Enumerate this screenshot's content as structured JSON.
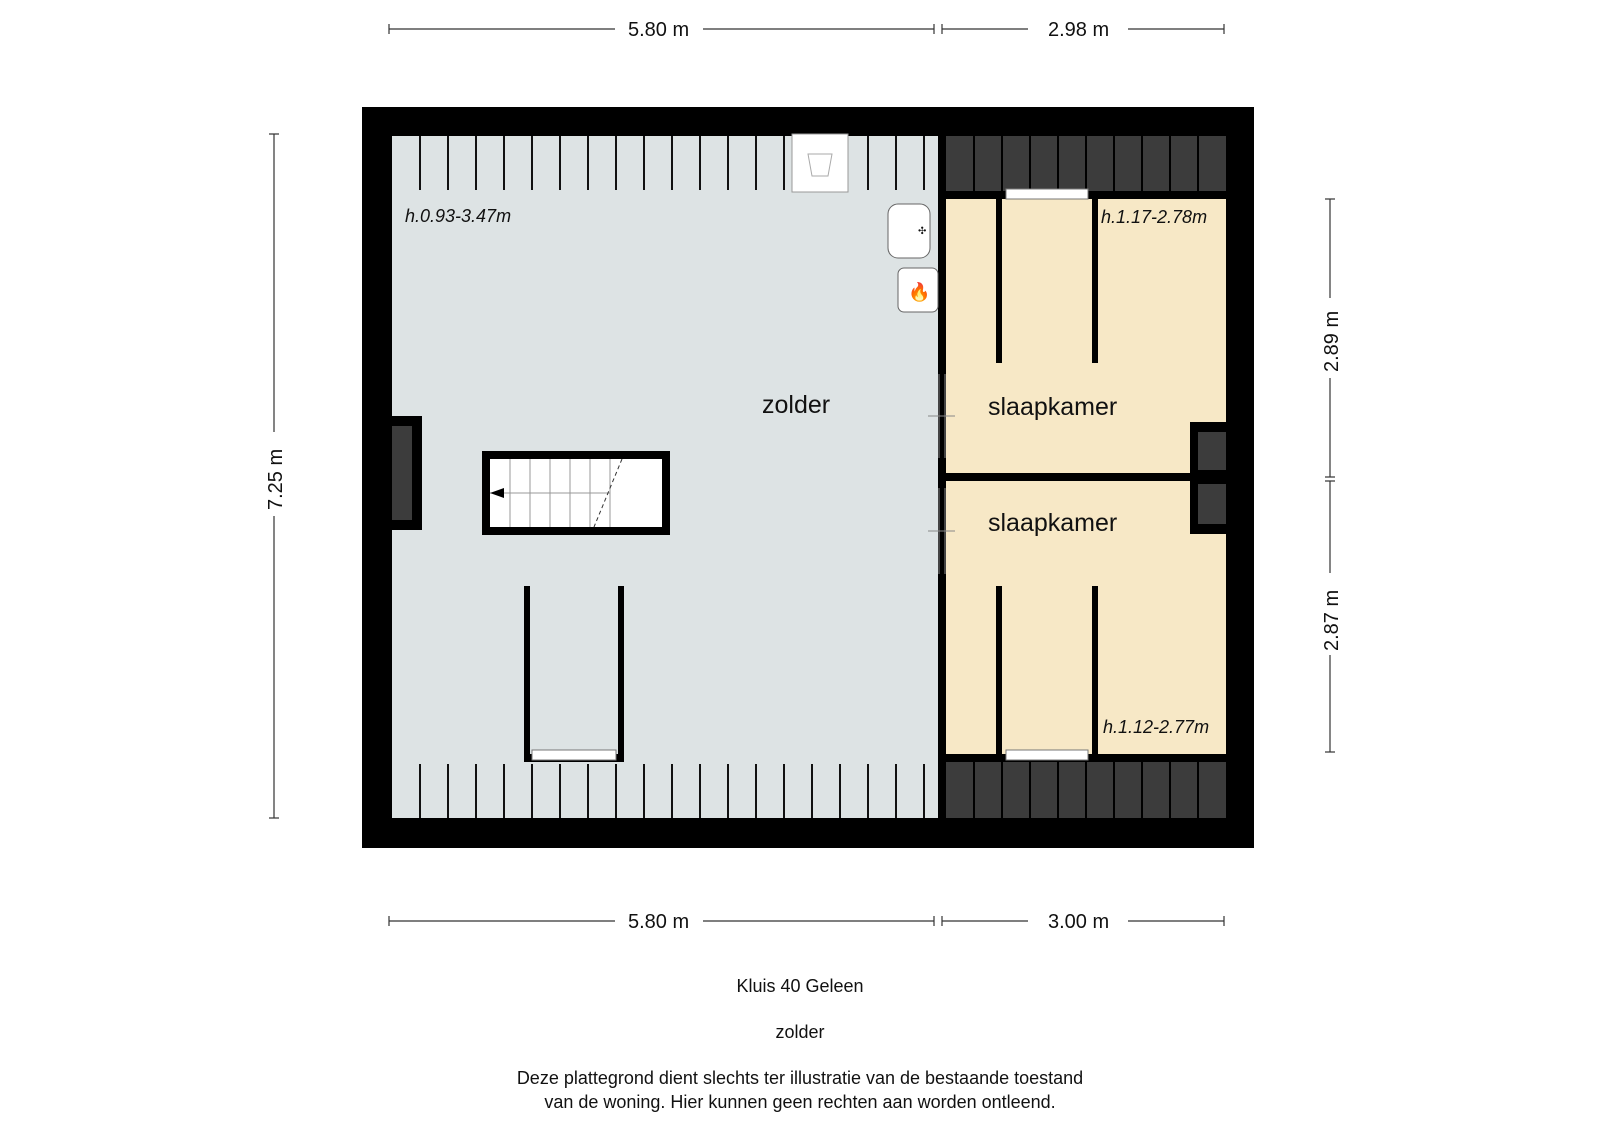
{
  "dimensions": {
    "top_left": "5.80 m",
    "top_right": "2.98 m",
    "bottom_left": "5.80 m",
    "bottom_right": "3.00 m",
    "left": "7.25 m",
    "right_upper": "2.89 m",
    "right_lower": "2.87 m"
  },
  "rooms": {
    "zolder": {
      "label": "zolder",
      "height": "h.0.93-3.47m"
    },
    "slaapkamer_top": {
      "label": "slaapkamer",
      "height": "h.1.17-2.78m"
    },
    "slaapkamer_bottom": {
      "label": "slaapkamer",
      "height": "h.1.12-2.77m"
    }
  },
  "colors": {
    "wall": "#000000",
    "zolder_floor": "#dde3e4",
    "bedroom_floor": "#f7e8c6",
    "roof_dark": "#3c3c3c"
  },
  "caption": {
    "address": "Kluis 40 Geleen",
    "floor": "zolder",
    "disclaimer_line1": "Deze plattegrond dient slechts ter illustratie van de bestaande toestand",
    "disclaimer_line2": "van de woning. Hier kunnen geen rechten aan worden ontleend."
  }
}
